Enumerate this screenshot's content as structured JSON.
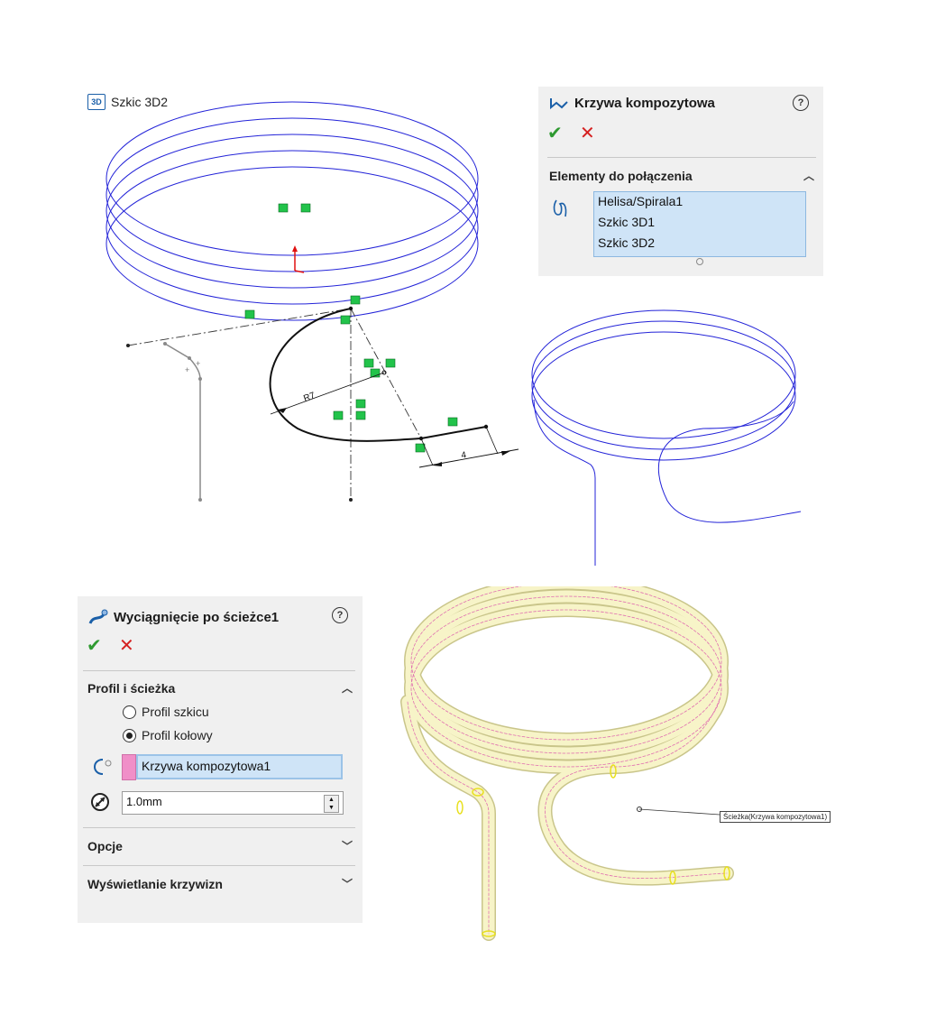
{
  "sketch_label": "Szkic 3D2",
  "sketch_icon": "3D",
  "composite_panel": {
    "title": "Krzywa kompozytowa",
    "help": "?",
    "section_title": "Elementy do połączenia",
    "items": [
      "Helisa/Spirala1",
      "Szkic 3D1",
      "Szkic 3D2"
    ]
  },
  "sweep_panel": {
    "title": "Wyciągnięcie po ścieżce1",
    "help": "?",
    "section_profile": "Profil i ścieżka",
    "radio_sketch": "Profil szkicu",
    "radio_circular": "Profil kołowy",
    "path_value": "Krzywa kompozytowa1",
    "diameter_value": "1.0mm",
    "section_options": "Opcje",
    "section_curvature": "Wyświetlanie krzywizn"
  },
  "sketch_dims": {
    "radius": "R7",
    "length": "4"
  },
  "callout": "Ścieżka(Krzywa kompozytowa1)",
  "colors": {
    "helix": "#2323d8",
    "ok": "#2f9a31",
    "cancel": "#d52020",
    "selection": "#cfe4f7",
    "relation": "#22c34a"
  }
}
